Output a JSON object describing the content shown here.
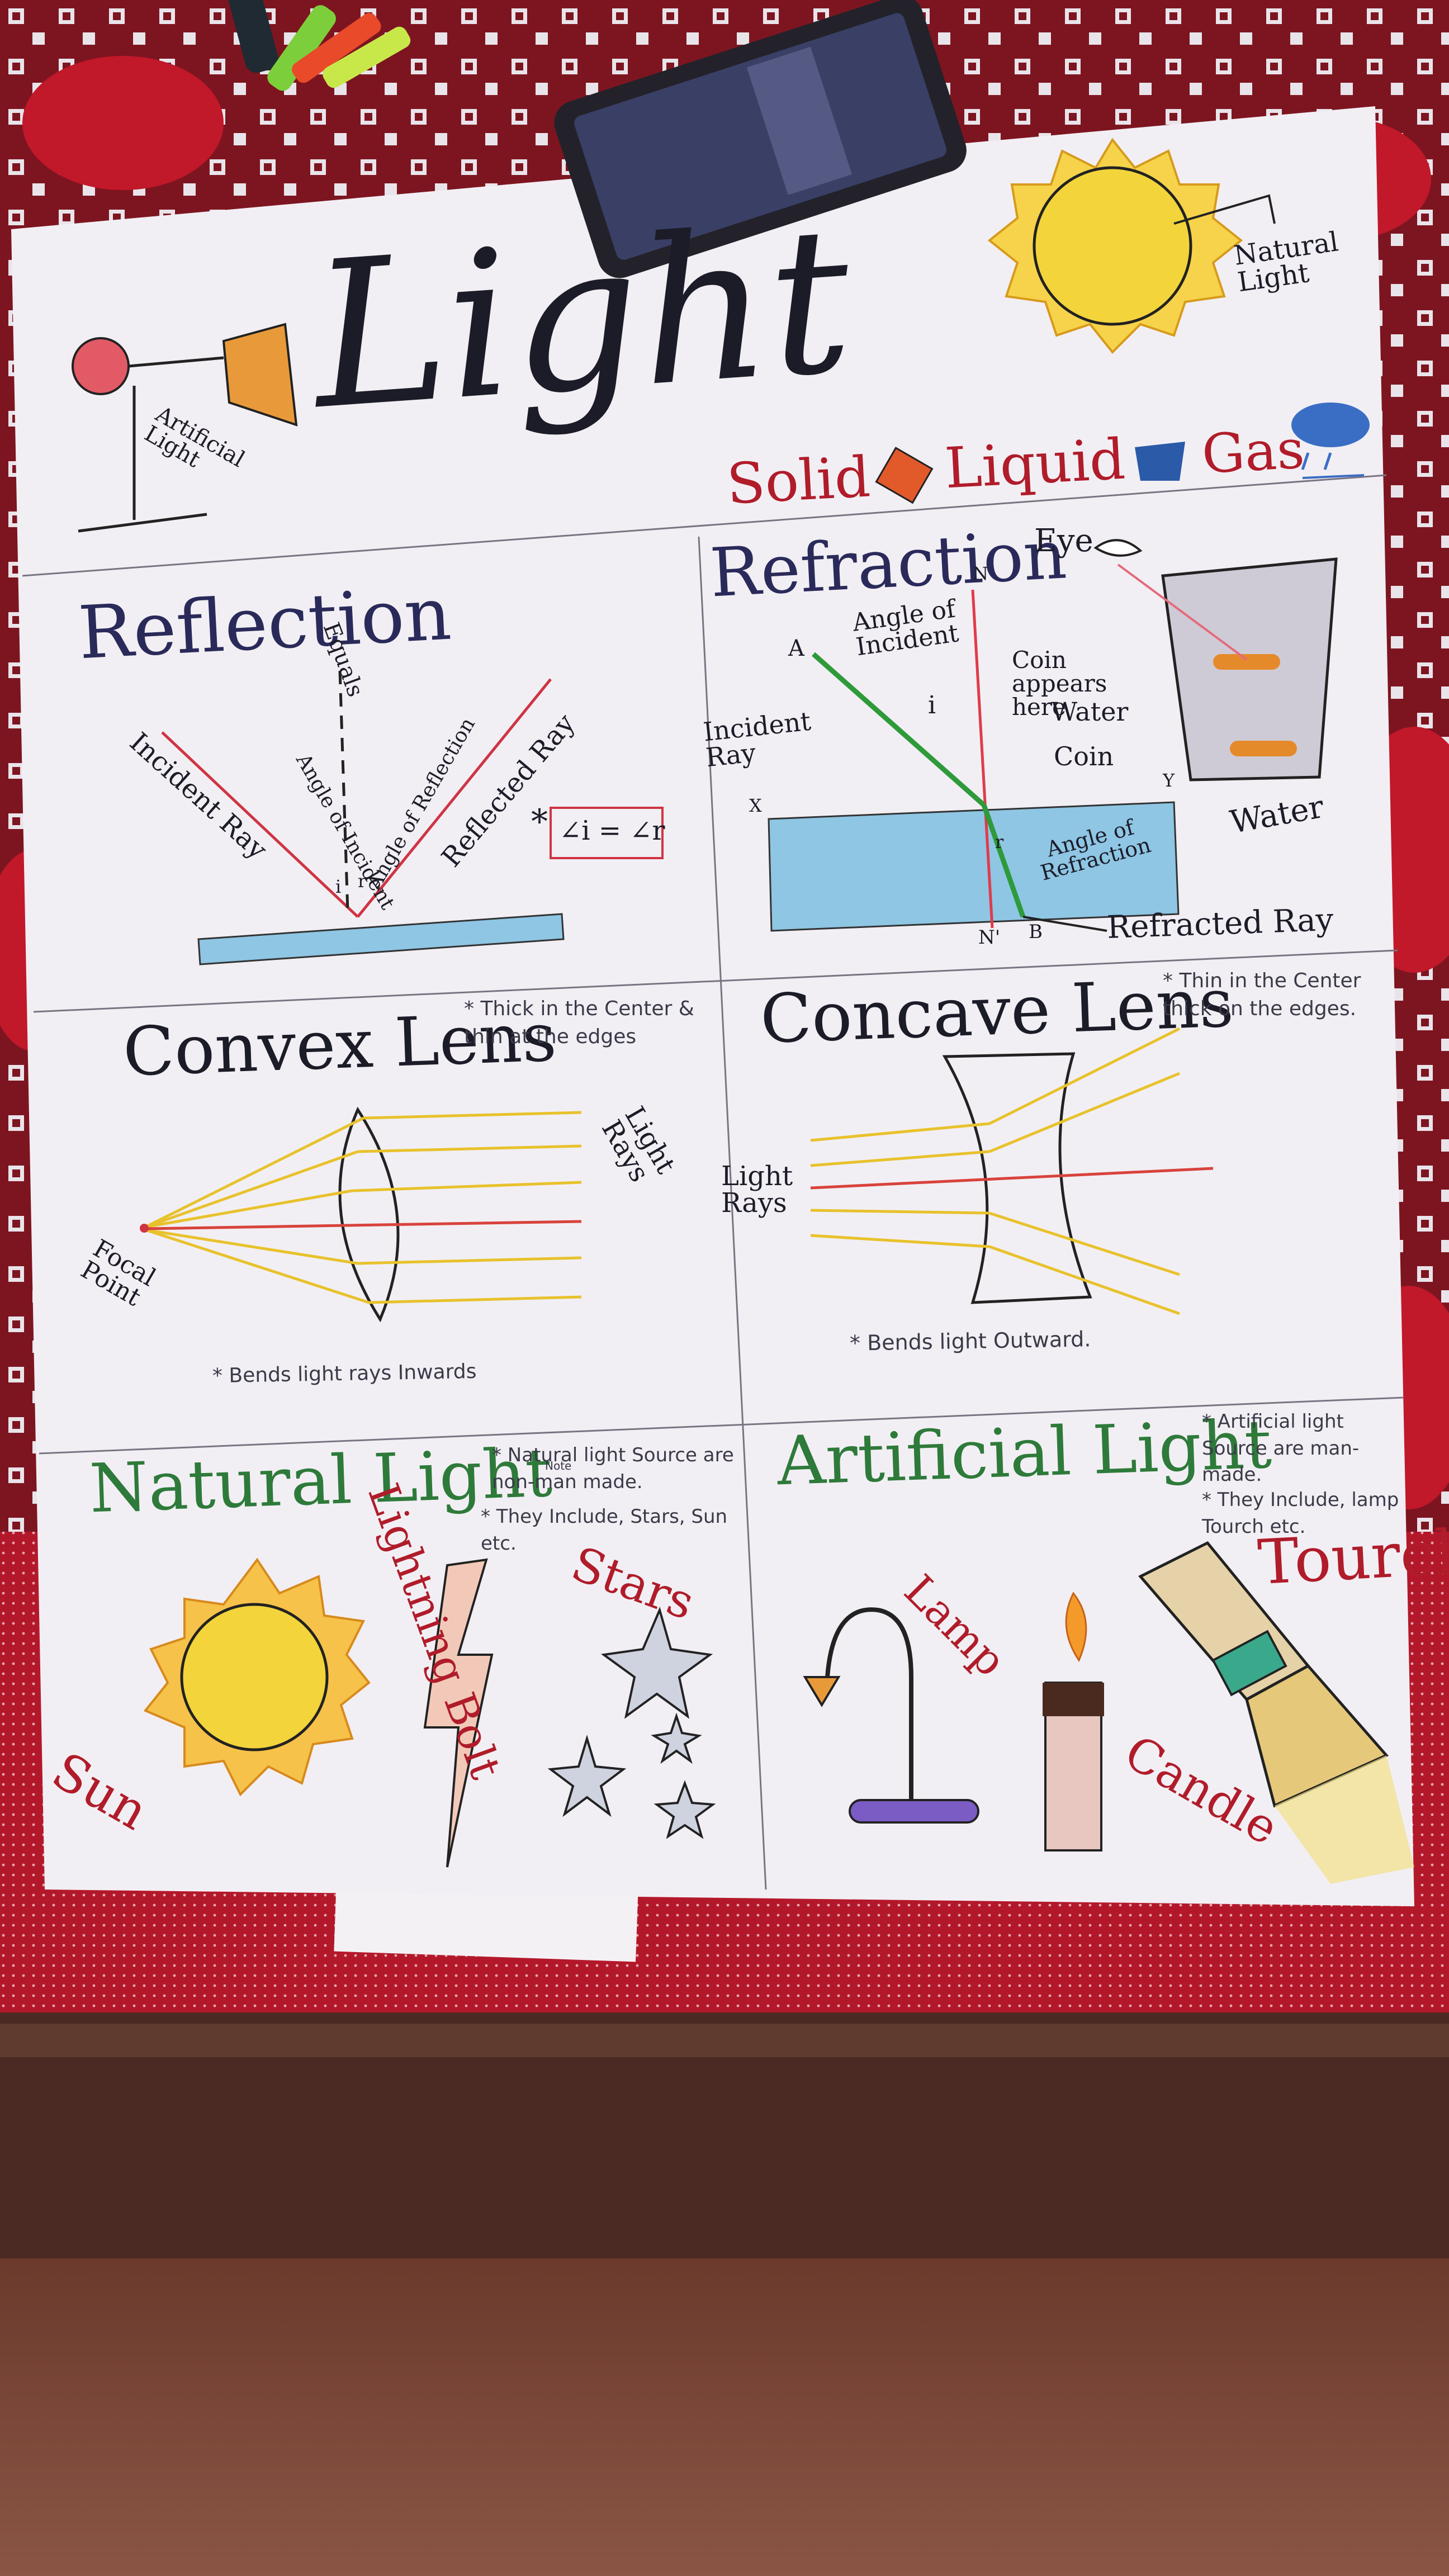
{
  "poster": {
    "title": "Light",
    "natural_light_label": "Natural Light",
    "artificial_light_label": "Artificial Light",
    "states": [
      "Solid",
      "Liquid",
      "Gas"
    ]
  },
  "reflection": {
    "heading": "Reflection",
    "normal_label": "Equals",
    "incident_ray": "Incident Ray",
    "reflected_ray": "Reflected Ray",
    "angle_incident": "Angle of Incident",
    "angle_reflection": "Angle of Reflection",
    "i_mark": "i",
    "r_mark": "r",
    "law": "∠i = ∠r",
    "star": "*"
  },
  "refraction": {
    "heading": "Refraction",
    "eye": "Eye",
    "point_a": "A",
    "point_n": "N",
    "point_n2": "N'",
    "point_b": "B",
    "point_x": "X",
    "point_y": "Y",
    "angle_incident": "Angle of Incident",
    "i_mark": "i",
    "r_mark": "r",
    "incident_ray": "Incident Ray",
    "coin_appears": "Coin appears here",
    "water": "Water",
    "coin": "Coin",
    "water2": "Water",
    "angle_refraction": "Angle of Refraction",
    "refracted_ray": "Refracted Ray"
  },
  "convex": {
    "heading": "Convex Lens",
    "note": "* Thick in the Center & thin at the edges",
    "light_rays": "Light Rays",
    "focal_point": "Focal Point",
    "footnote": "* Bends light rays Inwards"
  },
  "concave": {
    "heading": "Concave Lens",
    "note": "* Thin in the Center thick on the edges.",
    "light_rays": "Light Rays",
    "footnote": "* Bends light Outward."
  },
  "natural": {
    "heading": "Natural Light",
    "note1": "* Natural light Source are non-man made.",
    "note_small": "Note",
    "note2": "* They Include, Stars, Sun etc.",
    "sun": "Sun",
    "lightning": "Lightning Bolt",
    "stars": "Stars"
  },
  "artificial": {
    "heading": "Artificial Light",
    "note1": "* Artificial light Source are man-made.",
    "note2": "* They Include, lamp Tourch etc.",
    "lamp": "Lamp",
    "candle": "Candle",
    "tourch": "Tourch"
  },
  "colors": {
    "cloth": "#a8151f",
    "paper": "#f2eff4",
    "ink": "#1c1c28",
    "sun": "#f3d43a",
    "water": "#8ec6e4",
    "ray_red": "#d8433c",
    "ray_yellow": "#e8c22c",
    "green_ray": "#2e9a3a"
  }
}
